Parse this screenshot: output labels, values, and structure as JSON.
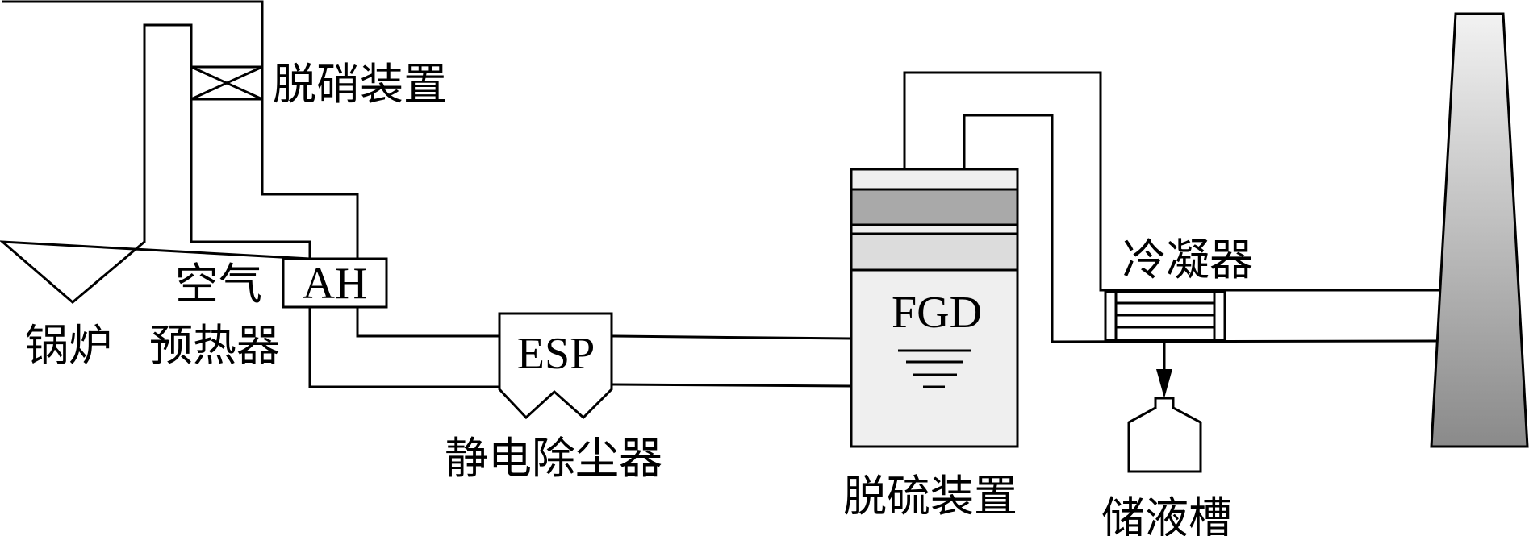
{
  "labels": {
    "scr": "脱硝装置",
    "boiler": "锅炉",
    "air_preheater_line1": "空气",
    "air_preheater_line2": "预热器",
    "air_preheater_abbr": "AH",
    "esp_abbr": "ESP",
    "esp": "静电除尘器",
    "fgd_abbr": "FGD",
    "fgd": "脱硫装置",
    "condenser": "冷凝器",
    "tank": "储液槽"
  },
  "colors": {
    "fgd_body": "#efefef",
    "fgd_band_dark": "#a9a9a9",
    "fgd_band_mid": "#dcdcdc",
    "stack_top": "#f2f2f2",
    "stack_bottom": "#8a8a8a"
  }
}
